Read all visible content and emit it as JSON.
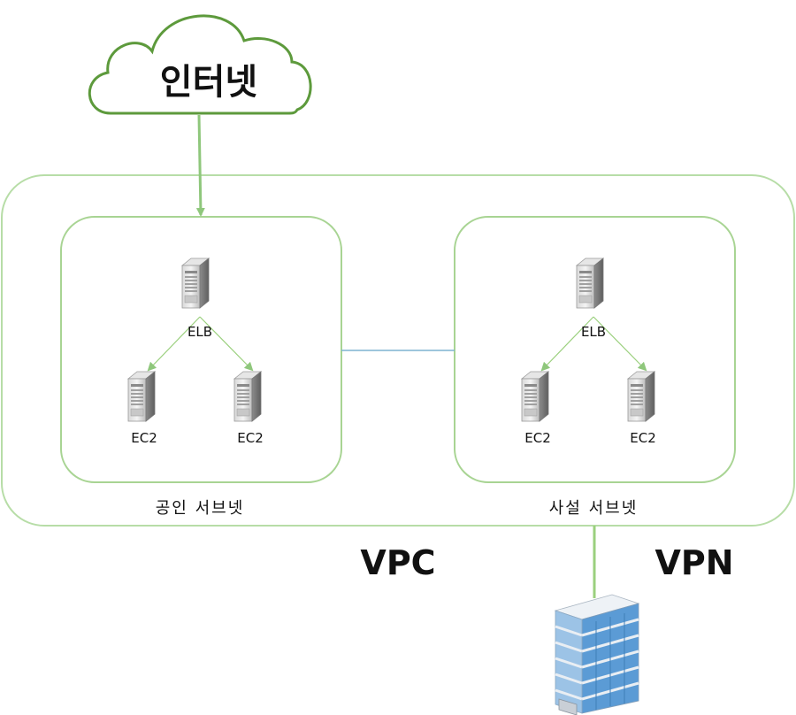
{
  "cloud": {
    "label": "인터넷"
  },
  "vpc": {
    "label": "VPC"
  },
  "vpn": {
    "label": "VPN"
  },
  "public_subnet": {
    "label": "공인 서브넷",
    "elb": "ELB",
    "ec2_left": "EC2",
    "ec2_right": "EC2"
  },
  "private_subnet": {
    "label": "사설 서브넷",
    "elb": "ELB",
    "ec2_left": "EC2",
    "ec2_right": "EC2"
  },
  "colors": {
    "green_line": "#8fc77c",
    "cloud_outline": "#5d9a3c",
    "link_line": "#7fb4d0",
    "arrow": "#9bd07e"
  }
}
